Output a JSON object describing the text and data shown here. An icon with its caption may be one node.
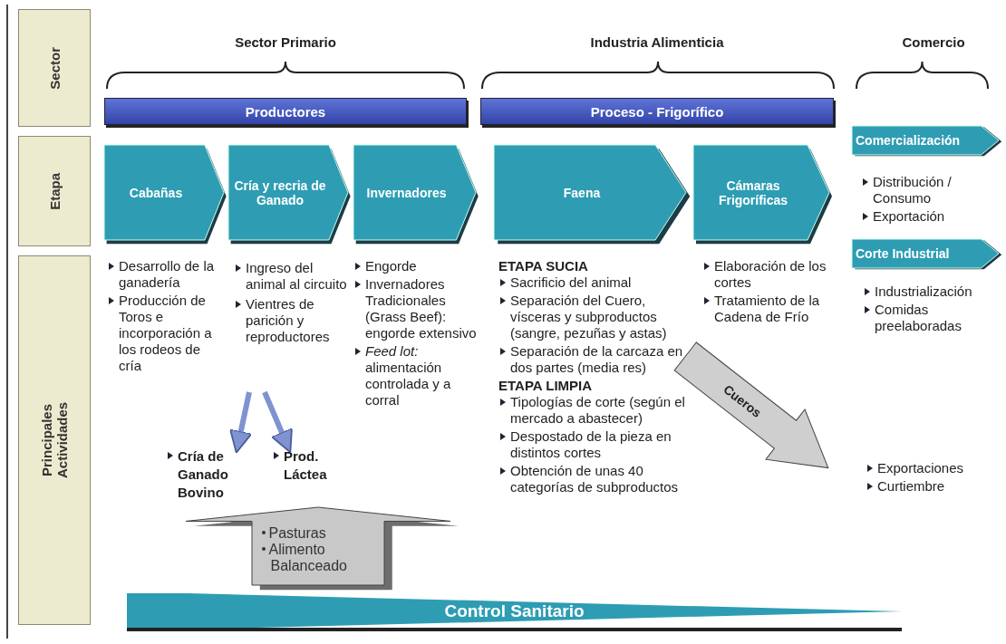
{
  "diagram": {
    "nodes": [
      {
        "text": [
          "Sector"
        ]
      },
      {
        "text": [
          "Etapa"
        ]
      },
      {
        "text": [
          "Principales Actividades"
        ]
      },
      {
        "text": [
          "Productores"
        ]
      },
      {
        "text": [
          "Proceso - Frigorífico"
        ]
      },
      {
        "text": [
          "Cabañas"
        ]
      },
      {
        "text": [
          "Cría y recria de Ganado"
        ]
      },
      {
        "text": [
          "Invernadores"
        ]
      },
      {
        "text": [
          "Faena"
        ]
      },
      {
        "text": [
          "Cámaras Frigoríficas"
        ]
      },
      {
        "text": [
          "Comercialización"
        ]
      },
      {
        "text": [
          "Corte Industrial"
        ]
      },
      {
        "text": [
          "Pasturas",
          "Alimento Balanceado"
        ]
      },
      {
        "text": [
          "Cueros"
        ]
      },
      {
        "text": [
          "Control Sanitario"
        ]
      },
      {
        "text": [
          "Ingreso del animal al circuito",
          "Vientres de parición y reproductores"
        ]
      },
      {
        "text": [
          "Cría de Ganado Bovino"
        ]
      },
      {
        "text": [
          "Prod. Láctea"
        ]
      }
    ],
    "edges": [
      {
        "from": 15,
        "to": 16,
        "arrow": "to"
      },
      {
        "from": 15,
        "to": 17,
        "arrow": "to"
      }
    ],
    "labels": [
      "Sector Primario",
      "Industria Alimenticia",
      "Comercio",
      "Desarrollo de la ganadería",
      "Producción de Toros e incorporación a los rodeos de cría",
      "Engorde",
      "Invernadores Tradicionales (Grass Beef): engorde extensivo",
      "*Feed lot:* alimentación controlada y a corral",
      "ETAPA SUCIA",
      "Sacrificio del animal",
      "Separación del Cuero, vísceras y subproductos (sangre, pezuñas y astas)",
      "Separación de la carcaza en dos partes (media res)",
      "ETAPA LIMPIA",
      "Tipologías de corte (según el mercado a abastecer)",
      "Despostado de la pieza en distintos cortes",
      "Obtención de unas 40 categorías de subproductos",
      "Elaboración de los cortes",
      "Tratamiento de la Cadena de Frío",
      "Distribución / Consumo",
      "Exportación",
      "Industrialización",
      "Comidas preelaboradas",
      "Exportaciones",
      "Curtiembre"
    ]
  }
}
